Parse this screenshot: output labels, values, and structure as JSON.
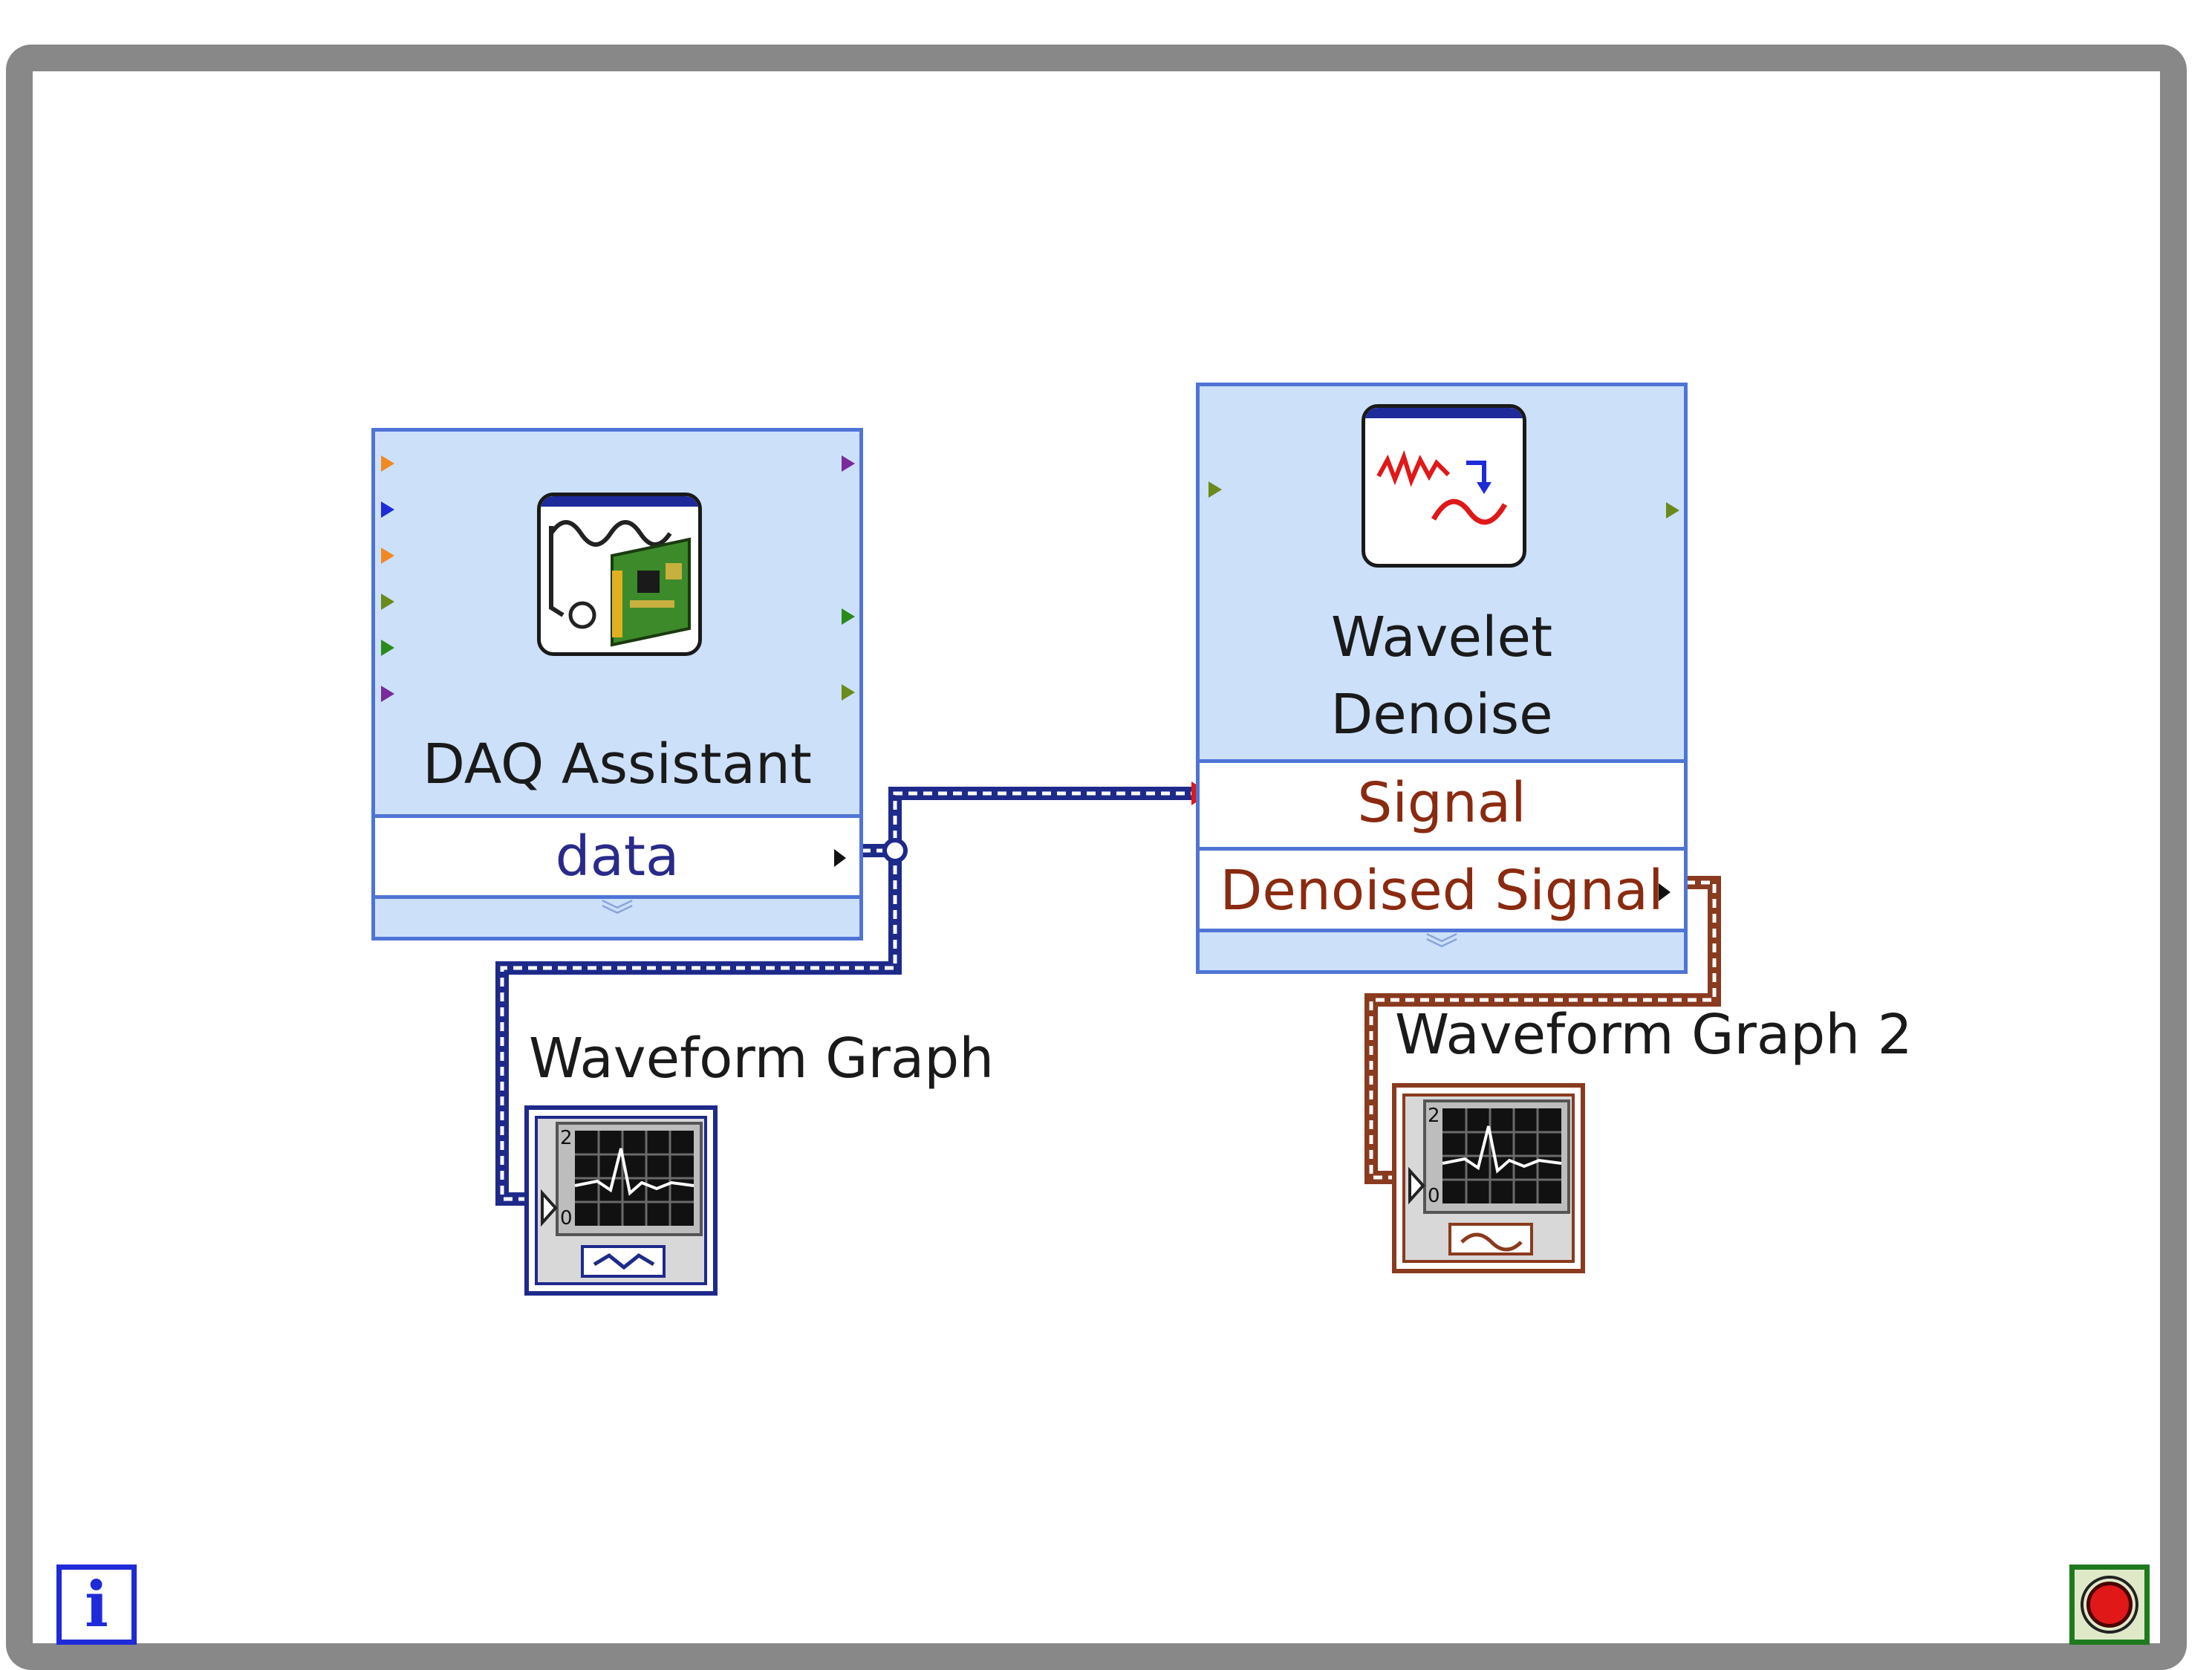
{
  "diagram": {
    "daq_assistant": {
      "title": "DAQ Assistant",
      "output_terminal": "data",
      "icon": "daq-card-icon"
    },
    "wavelet_denoise": {
      "title_line1": "Wavelet",
      "title_line2": "Denoise",
      "input_terminal": "Signal",
      "output_terminal": "Denoised Signal",
      "icon": "wavelet-denoise-icon"
    },
    "waveform_graph_1": {
      "label": "Waveform Graph",
      "icon": "waveform-graph-icon"
    },
    "waveform_graph_2": {
      "label": "Waveform Graph 2",
      "icon": "waveform-graph-icon"
    },
    "loop": {
      "iteration_terminal": "i",
      "stop_button_icon": "stop-button-icon"
    }
  },
  "colors": {
    "loop_border": "#888888",
    "express_bg": "#cce0fa",
    "express_border": "#4f74d6",
    "dynamic_wire": "#1e2a8a",
    "waveform_wire": "#8a3a1e",
    "signal_text": "#8a2a10",
    "data_text": "#2a2a8a"
  }
}
